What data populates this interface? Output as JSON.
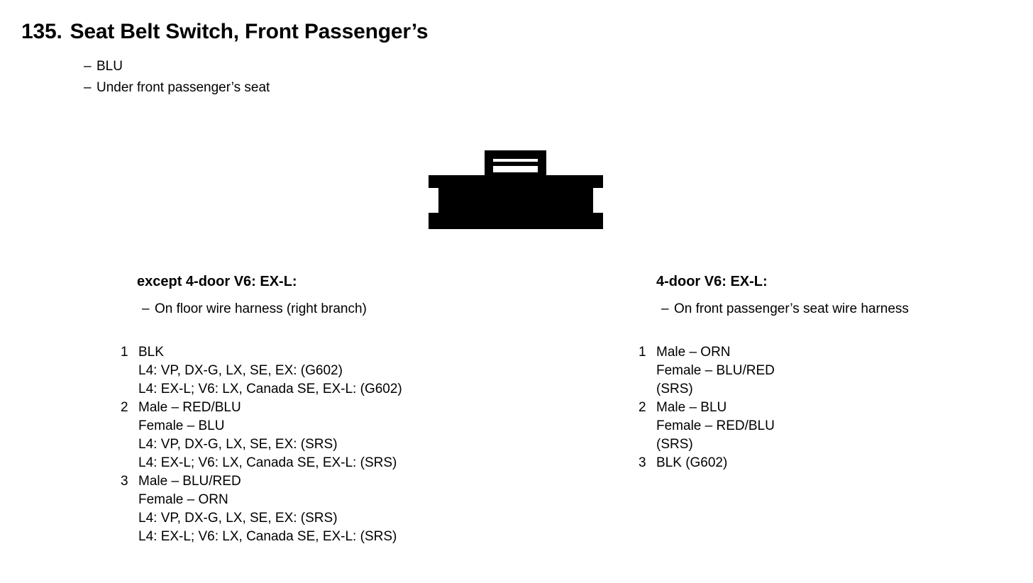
{
  "title": {
    "number": "135.",
    "text": "Seat Belt Switch, Front Passenger’s"
  },
  "header_bullets": [
    {
      "dash": "–",
      "text": "BLU"
    },
    {
      "dash": "–",
      "text": "Under front passenger’s seat"
    }
  ],
  "connector": {
    "name": "3-pin-connector-diagram",
    "pin_count": 3,
    "pin_labels": [
      "1",
      "2",
      "3"
    ],
    "line_color": "#000000"
  },
  "variants": [
    {
      "id": "except-4-door-v6-ex-l",
      "heading": "except 4-door V6: EX-L:",
      "sub_dash": "–",
      "sub_text": "On floor wire harness (right branch)",
      "pins": [
        {
          "number": "1",
          "lines": [
            "BLK",
            "L4: VP, DX-G, LX, SE, EX: (G602)",
            "L4: EX-L; V6: LX, Canada SE, EX-L: (G602)"
          ]
        },
        {
          "number": "2",
          "lines": [
            "Male – RED/BLU",
            "Female – BLU",
            "L4: VP, DX-G, LX, SE, EX: (SRS)",
            "L4: EX-L; V6: LX, Canada SE, EX-L: (SRS)"
          ]
        },
        {
          "number": "3",
          "lines": [
            "Male – BLU/RED",
            "Female – ORN",
            "L4: VP, DX-G, LX, SE, EX: (SRS)",
            "L4: EX-L; V6: LX, Canada SE, EX-L: (SRS)"
          ]
        }
      ]
    },
    {
      "id": "4-door-v6-ex-l",
      "heading": "4-door V6: EX-L:",
      "sub_dash": "–",
      "sub_text": "On front passenger’s seat wire harness",
      "pins": [
        {
          "number": "1",
          "lines": [
            "Male – ORN",
            "Female – BLU/RED",
            "(SRS)"
          ]
        },
        {
          "number": "2",
          "lines": [
            "Male – BLU",
            "Female – RED/BLU",
            "(SRS)"
          ]
        },
        {
          "number": "3",
          "lines": [
            "BLK (G602)"
          ]
        }
      ]
    }
  ]
}
